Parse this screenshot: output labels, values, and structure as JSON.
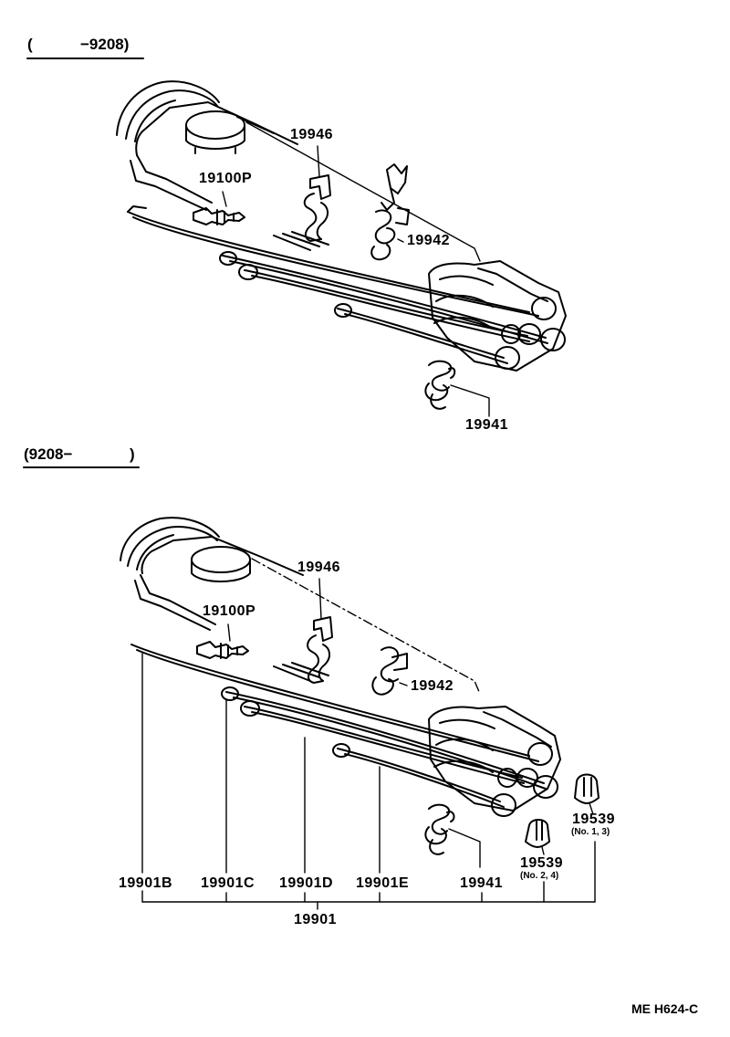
{
  "sections": [
    {
      "header_open": "(",
      "header_range": "−9208)",
      "labels": {
        "p19946": "19946",
        "p19100P": "19100P",
        "p19942": "19942",
        "p19941": "19941"
      }
    },
    {
      "header_range": "(9208−",
      "header_close": ")",
      "labels": {
        "p19946": "19946",
        "p19100P": "19100P",
        "p19942": "19942",
        "p19941": "19941",
        "p19539a": "19539",
        "p19539a_note": "(No. 1, 3)",
        "p19539b": "19539",
        "p19539b_note": "(No. 2, 4)",
        "p19901B": "19901B",
        "p19901C": "19901C",
        "p19901D": "19901D",
        "p19901E": "19901E",
        "p19901": "19901"
      }
    }
  ],
  "drawing_code": "ME H624-C"
}
